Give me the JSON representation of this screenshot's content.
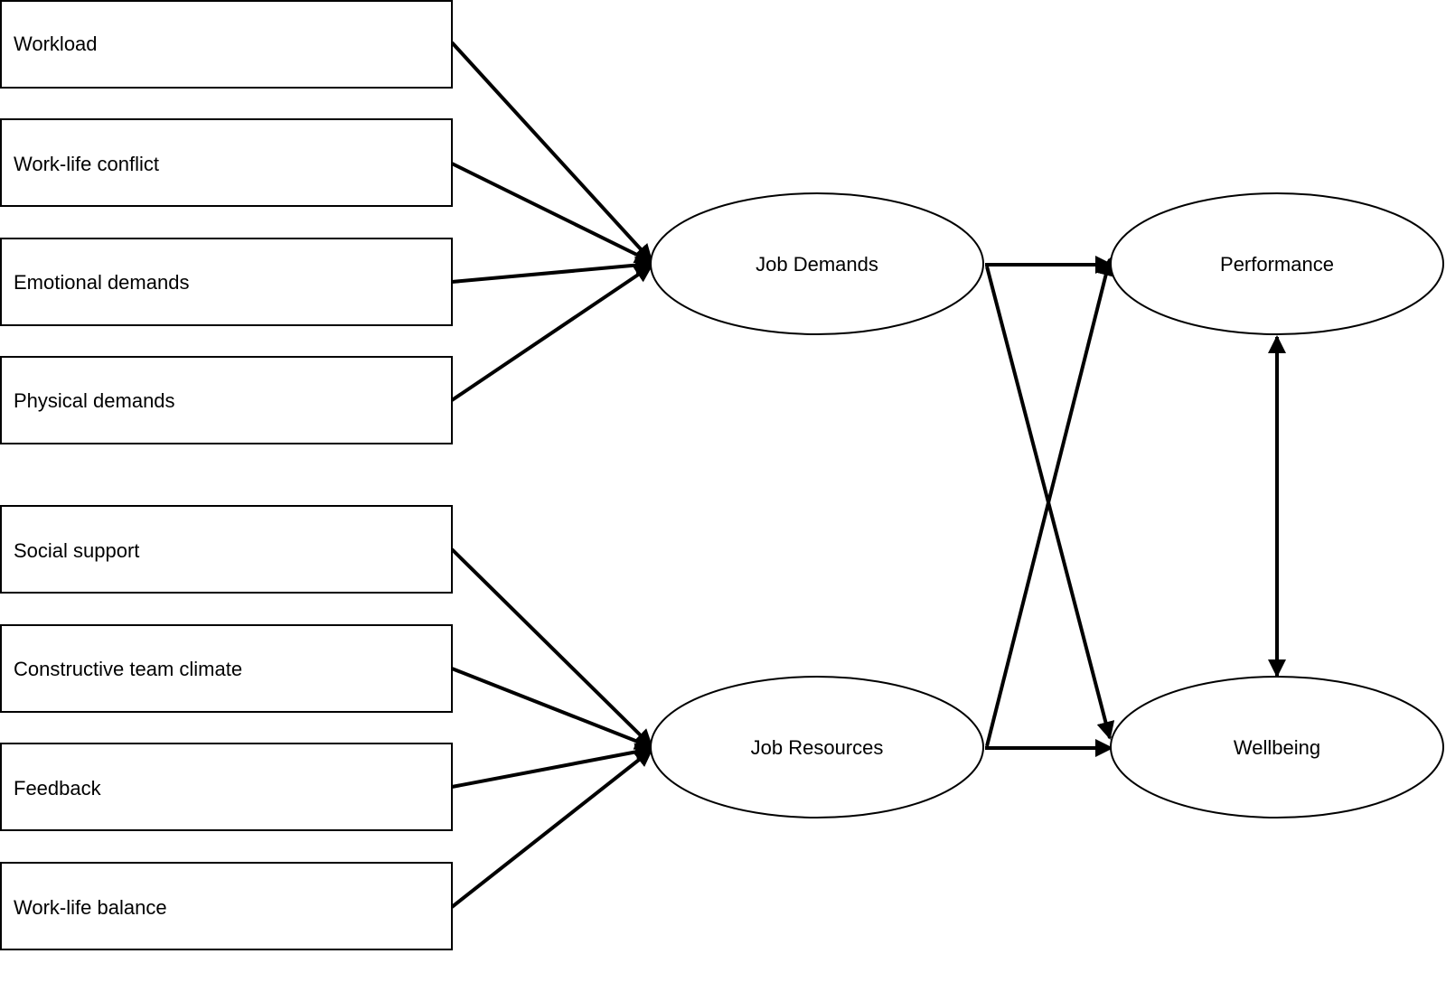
{
  "diagram": {
    "demand_indicators": [
      {
        "label": "Workload"
      },
      {
        "label": "Work-life conflict"
      },
      {
        "label": "Emotional demands"
      },
      {
        "label": "Physical demands"
      }
    ],
    "resource_indicators": [
      {
        "label": "Social support"
      },
      {
        "label": "Constructive team climate"
      },
      {
        "label": "Feedback"
      },
      {
        "label": "Work-life balance"
      }
    ],
    "constructs": {
      "job_demands": "Job Demands",
      "job_resources": "Job Resources",
      "performance": "Performance",
      "wellbeing": "Wellbeing"
    },
    "colors": {
      "stroke": "#000000",
      "fill": "#ffffff"
    }
  }
}
